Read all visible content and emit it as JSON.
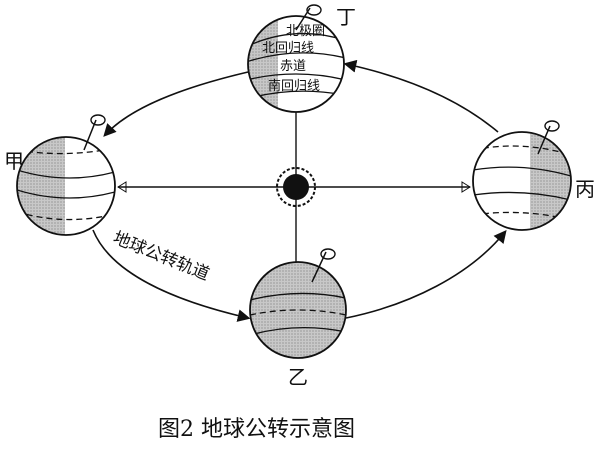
{
  "diagram": {
    "caption": "图2  地球公转示意图",
    "orbit_label": "地球公转轨道",
    "positions": {
      "top": "丁",
      "left": "甲",
      "bottom": "乙",
      "right": "丙"
    },
    "latitude_labels": {
      "arctic_circle": "北极圈",
      "tropic_cancer": "北回归线",
      "equator": "赤道",
      "tropic_capricorn": "南回归线"
    }
  }
}
